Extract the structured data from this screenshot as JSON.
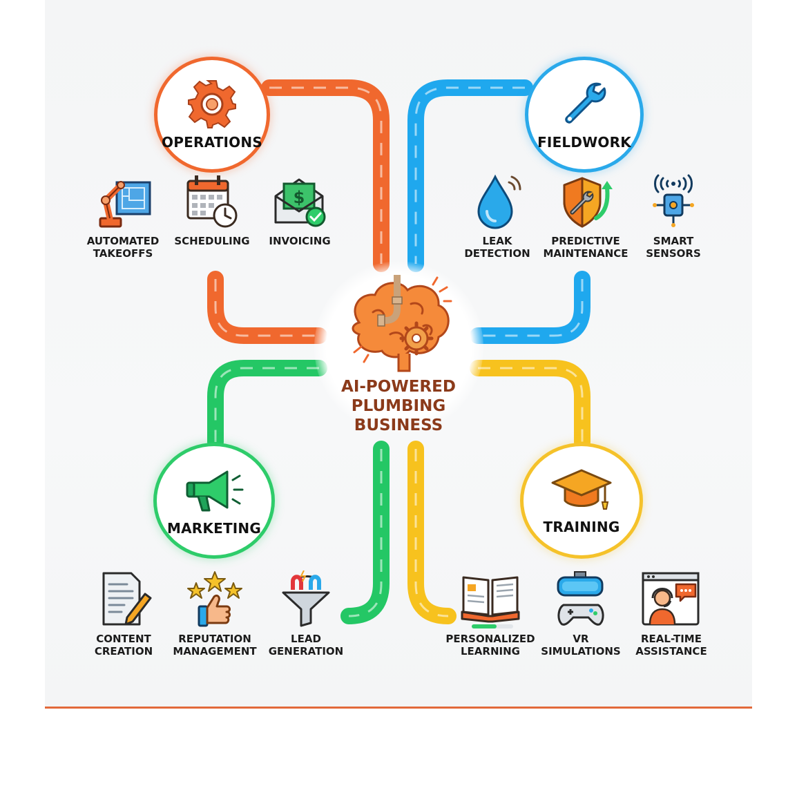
{
  "center": {
    "title": "AI-POWERED PLUMBING BUSINESS",
    "icon": "brain-pipe-gear-icon"
  },
  "colors": {
    "operations": "#f0682e",
    "fieldwork": "#2aa9ea",
    "marketing": "#2ecc6a",
    "training": "#f5c22a",
    "accent": "#8b3a1a"
  },
  "hubs": {
    "operations": {
      "label": "OPERATIONS",
      "icon": "gear-icon"
    },
    "fieldwork": {
      "label": "FIELDWORK",
      "icon": "wrench-icon"
    },
    "marketing": {
      "label": "MARKETING",
      "icon": "megaphone-icon"
    },
    "training": {
      "label": "TRAINING",
      "icon": "graduation-cap-icon"
    }
  },
  "tools": {
    "operations": [
      {
        "label": "AUTOMATED\nTAKEOFFS",
        "icon": "robot-arm-blueprint-icon"
      },
      {
        "label": "SCHEDULING",
        "icon": "calendar-clock-icon"
      },
      {
        "label": "INVOICING",
        "icon": "envelope-dollar-icon"
      }
    ],
    "fieldwork": [
      {
        "label": "LEAK\nDETECTION",
        "icon": "water-drop-icon"
      },
      {
        "label": "PREDICTIVE\nMAINTENANCE",
        "icon": "shield-wrench-icon"
      },
      {
        "label": "SMART\nSENSORS",
        "icon": "sensor-icon"
      }
    ],
    "marketing": [
      {
        "label": "CONTENT\nCREATION",
        "icon": "document-pencil-icon"
      },
      {
        "label": "REPUTATION\nMANAGEMENT",
        "icon": "thumbs-up-stars-icon"
      },
      {
        "label": "LEAD\nGENERATION",
        "icon": "funnel-magnet-icon"
      }
    ],
    "training": [
      {
        "label": "PERSONALIZED\nLEARNING",
        "icon": "open-book-icon"
      },
      {
        "label": "VR\nSIMULATIONS",
        "icon": "vr-headset-icon"
      },
      {
        "label": "REAL-TIME\nASSISTANCE",
        "icon": "headset-agent-icon"
      }
    ]
  }
}
